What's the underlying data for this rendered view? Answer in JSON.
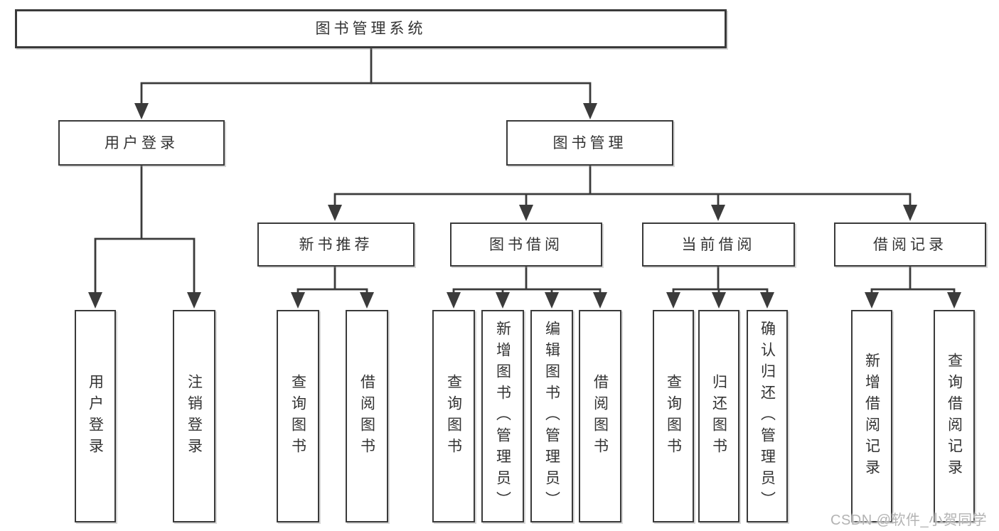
{
  "nodes": {
    "root": {
      "label": "图书管理系统"
    },
    "user_login": {
      "label": "用户登录"
    },
    "book_management": {
      "label": "图书管理"
    },
    "new_book_recommend": {
      "label": "新书推荐"
    },
    "book_borrowing": {
      "label": "图书借阅"
    },
    "current_borrowing": {
      "label": "当前借阅"
    },
    "borrowing_records": {
      "label": "借阅记录"
    },
    "login_user_login": {
      "label": "用户登录"
    },
    "login_logout": {
      "label": "注销登录"
    },
    "recommend_query_books": {
      "label": "查询图书"
    },
    "recommend_borrow_books": {
      "label": "借阅图书"
    },
    "borrowing_query_books": {
      "label": "查询图书"
    },
    "borrowing_add_books": {
      "label": "新增图书（管理员）"
    },
    "borrowing_edit_books": {
      "label": "编辑图书（管理员）"
    },
    "borrowing_borrow_books": {
      "label": "借阅图书"
    },
    "current_query_books": {
      "label": "查询图书"
    },
    "current_return_books": {
      "label": "归还图书"
    },
    "current_confirm_return": {
      "label": "确认归还（管理员）"
    },
    "records_add_record": {
      "label": "新增借阅记录"
    },
    "records_query_record": {
      "label": "查询借阅记录"
    }
  },
  "hierarchy": {
    "root": [
      "user_login",
      "book_management"
    ],
    "user_login": [
      "login_user_login",
      "login_logout"
    ],
    "book_management": [
      "new_book_recommend",
      "book_borrowing",
      "current_borrowing",
      "borrowing_records"
    ],
    "new_book_recommend": [
      "recommend_query_books",
      "recommend_borrow_books"
    ],
    "book_borrowing": [
      "borrowing_query_books",
      "borrowing_add_books",
      "borrowing_edit_books",
      "borrowing_borrow_books"
    ],
    "current_borrowing": [
      "current_query_books",
      "current_return_books",
      "current_confirm_return"
    ],
    "borrowing_records": [
      "records_add_record",
      "records_query_record"
    ]
  },
  "watermark": {
    "text": "CSDN @软件_小贺同学"
  },
  "colors": {
    "line": "#3b3b3b",
    "box_border": "#3a3a3a",
    "text": "#333333",
    "watermark": "#b3b3b3",
    "background": "#ffffff"
  }
}
